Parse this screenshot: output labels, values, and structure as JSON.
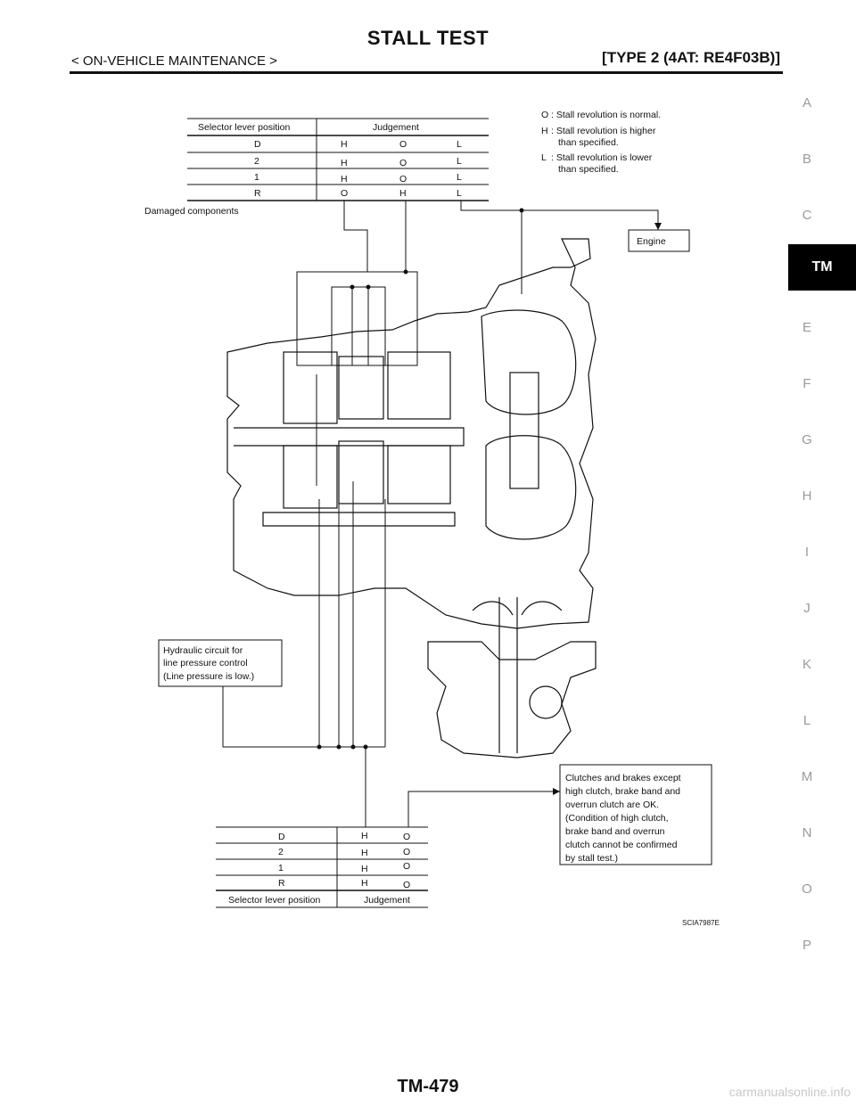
{
  "header": {
    "title": "STALL TEST",
    "section": "< ON-VEHICLE MAINTENANCE >",
    "type": "[TYPE 2 (4AT: RE4F03B)]"
  },
  "side_index": {
    "letters": [
      "A",
      "B",
      "C",
      "TM",
      "E",
      "F",
      "G",
      "H",
      "I",
      "J",
      "K",
      "L",
      "M",
      "N",
      "O",
      "P"
    ],
    "active": "TM"
  },
  "diagram": {
    "top_table": {
      "headers": [
        "Selector lever position",
        "Judgement"
      ],
      "rows": [
        {
          "pos": "D",
          "j1": "H",
          "j2": "O",
          "j3": "L"
        },
        {
          "pos": "2",
          "j1": "H",
          "j2": "O",
          "j3": "L"
        },
        {
          "pos": "1",
          "j1": "H",
          "j2": "O",
          "j3": "L"
        },
        {
          "pos": "R",
          "j1": "O",
          "j2": "H",
          "j3": "L"
        }
      ]
    },
    "legend": {
      "o_key": "O",
      "o_text": ": Stall revolution is normal.",
      "h_key": "H",
      "h_text_1": ": Stall revolution is higher",
      "h_text_2": "than specified.",
      "l_key": "L",
      "l_text_1": ": Stall revolution is lower",
      "l_text_2": "than specified."
    },
    "damaged_label": "Damaged components",
    "engine_label": "Engine",
    "hydraulic_box": [
      "Hydraulic circuit for",
      "line pressure control",
      "(Line pressure is low.)"
    ],
    "clutch_box": [
      "Clutches and brakes except",
      "high clutch, brake band and",
      "overrun clutch are OK.",
      "(Condition of high clutch,",
      "brake band and overrun",
      "clutch cannot be confirmed",
      "by stall test.)"
    ],
    "bottom_table": {
      "rows": [
        {
          "pos": "D",
          "j1": "H",
          "j2": "O"
        },
        {
          "pos": "2",
          "j1": "H",
          "j2": "O"
        },
        {
          "pos": "1",
          "j1": "H",
          "j2": "O"
        },
        {
          "pos": "R",
          "j1": "H",
          "j2": "O"
        }
      ],
      "footer": [
        "Selector lever position",
        "Judgement"
      ]
    },
    "figure_code": "SCIA7987E"
  },
  "footer": {
    "page_number": "TM-479",
    "watermark": "carmanualsonline.info"
  }
}
